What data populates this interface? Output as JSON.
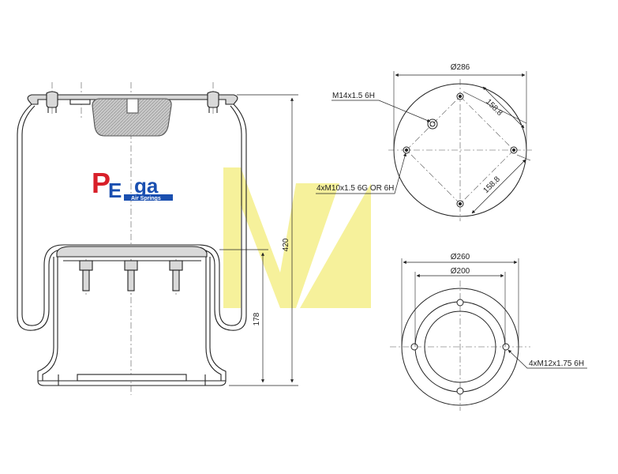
{
  "logo": {
    "letter_p": "P",
    "letter_e": "E",
    "letters_ga": "ga",
    "tagline": "Air Springs",
    "colors": {
      "p": "#d8202a",
      "e": "#1a4fb0",
      "ga": "#1a4fb0"
    }
  },
  "watermark": {
    "color": "#f5ef8a"
  },
  "side_view": {
    "height_total": "420",
    "height_piston": "178"
  },
  "top_view": {
    "diameter": "Ø286",
    "center_thread": "M14x1.5 6H",
    "hole_spacing_1": "158.8",
    "hole_spacing_2": "158.8",
    "hole_thread": "4xM10x1.5 6G OR 6H"
  },
  "bottom_view": {
    "outer_diameter": "Ø260",
    "inner_diameter": "Ø200",
    "hole_thread": "4xM12x1.75 6H"
  },
  "colors": {
    "line": "#222222",
    "hatch": "#aaaaaa",
    "fill": "#cfcfcf"
  }
}
